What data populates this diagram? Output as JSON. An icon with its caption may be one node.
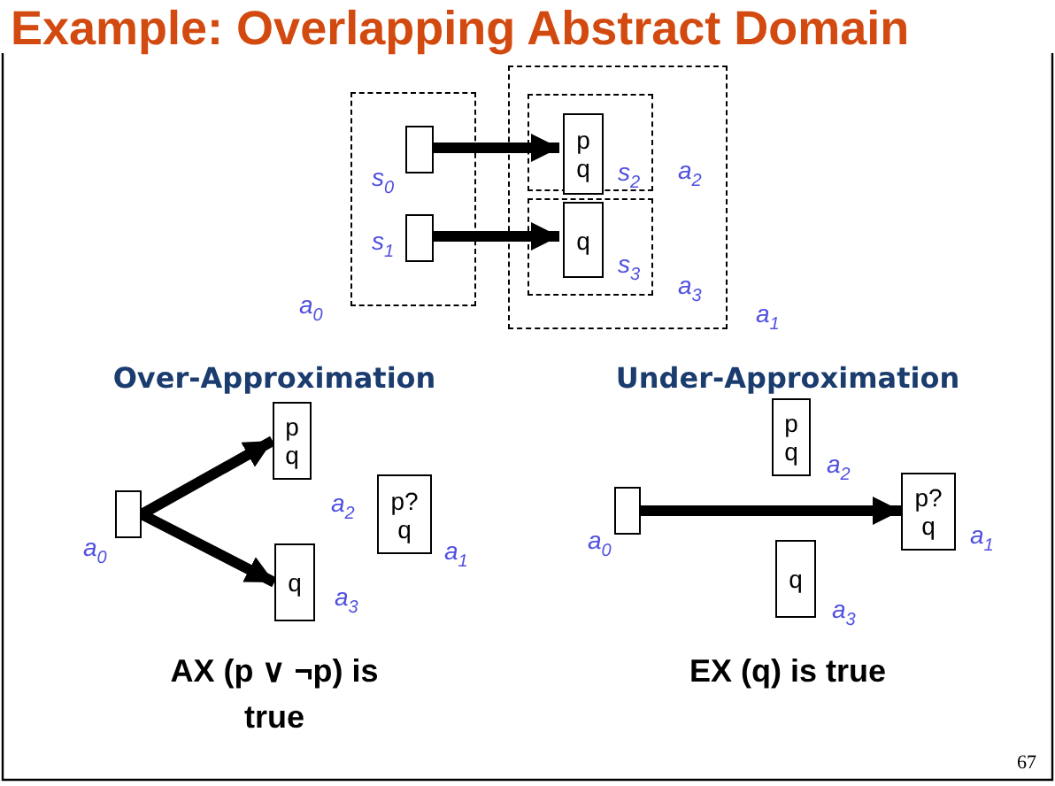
{
  "diagram": {
    "title": "Example: Overlapping Abstract Domain",
    "nodes": [
      {
        "text": [],
        "shape": "box",
        "beside": [
          "a$_{0}$"
        ]
      },
      {
        "text": [],
        "shape": "box",
        "in": 0,
        "beside": [
          "s$_{0}$"
        ]
      },
      {
        "text": [],
        "shape": "box",
        "in": 0,
        "beside": [
          "s$_{1}$"
        ]
      },
      {
        "text": [],
        "shape": "box",
        "beside": [
          "a$_{1}$"
        ]
      },
      {
        "text": [],
        "shape": "box",
        "in": 3,
        "beside": [
          "a$_{2}$"
        ]
      },
      {
        "text": [
          "p q"
        ],
        "in": 4,
        "beside": [
          "s$_{2}$"
        ]
      },
      {
        "text": [],
        "shape": "box",
        "in": 3,
        "beside": [
          "a$_{3}$"
        ]
      },
      {
        "text": [
          "q"
        ],
        "in": 6,
        "beside": [
          "s$_{3}$"
        ]
      },
      {
        "text": [
          "p q"
        ],
        "beside": [
          "a$_{2}$"
        ]
      },
      {
        "text": [],
        "shape": "box",
        "beside": [
          "a$_{0}$"
        ]
      },
      {
        "text": [
          "p? q"
        ],
        "beside": [
          "a$_{1}$"
        ]
      },
      {
        "text": [
          "q"
        ],
        "beside": [
          "a$_{3}$"
        ]
      },
      {
        "text": [
          "p q"
        ],
        "beside": [
          "a$_{2}$"
        ]
      },
      {
        "text": [],
        "shape": "box",
        "beside": [
          "a$_{0}$"
        ]
      },
      {
        "text": [
          "p? q"
        ],
        "beside": [
          "a$_{1}$"
        ]
      },
      {
        "text": [
          "q"
        ],
        "beside": [
          "a$_{3}$"
        ]
      }
    ],
    "edges": [
      {
        "from": 1,
        "to": 5,
        "arrow": "to"
      },
      {
        "from": 2,
        "to": 7,
        "arrow": "to"
      },
      {
        "from": 9,
        "to": 8,
        "arrow": "to"
      },
      {
        "from": 9,
        "to": 11,
        "arrow": "to"
      },
      {
        "from": 13,
        "to": 14,
        "arrow": "to"
      }
    ],
    "labels": [
      "Over-Approximation",
      "Under-Approximation",
      "AX (p ∨ ¬p) is true",
      "EX (q) is true",
      "67"
    ]
  }
}
